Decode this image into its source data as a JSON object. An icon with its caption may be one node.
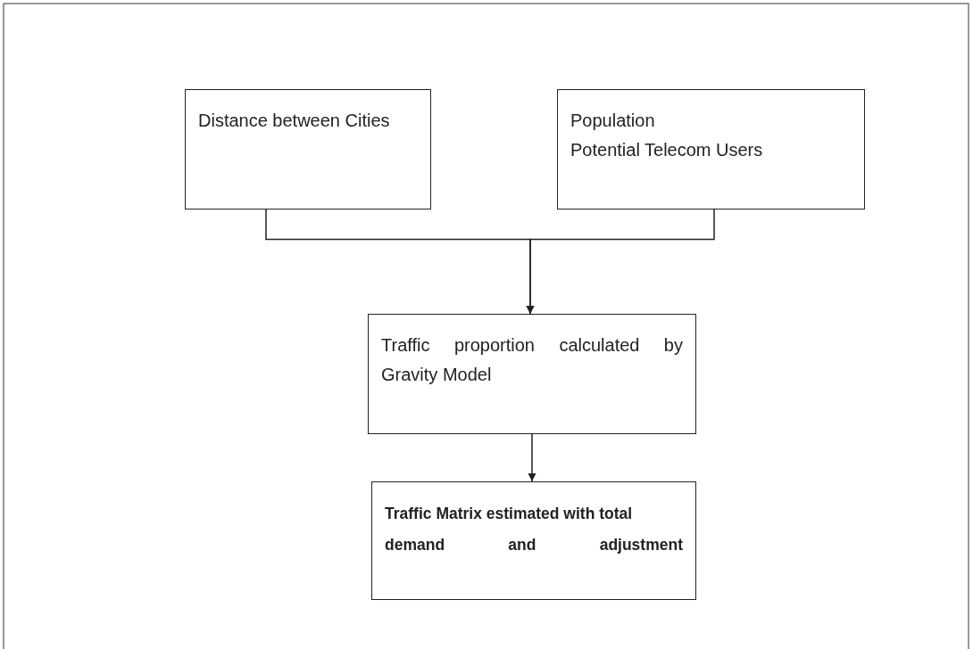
{
  "diagram": {
    "nodes": [
      {
        "text": [
          "Distance between Cities"
        ]
      },
      {
        "text": [
          "Population",
          "Potential Telecom Users"
        ]
      },
      {
        "text": [
          "Traffic proportion calculated by Gravity Model"
        ]
      },
      {
        "text": [
          "Traffic Matrix estimated with total demand and adjustment"
        ]
      }
    ],
    "edges": [
      {
        "from": 0,
        "to": 2,
        "arrow": "to"
      },
      {
        "from": 1,
        "to": 2,
        "arrow": "to"
      },
      {
        "from": 2,
        "to": 3,
        "arrow": "to"
      }
    ]
  }
}
